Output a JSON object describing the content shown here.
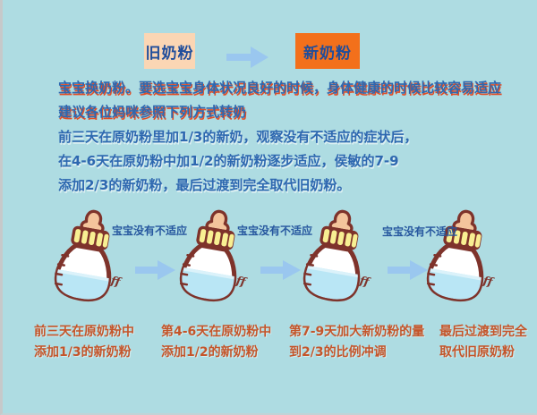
{
  "colors": {
    "background": "#aedce2",
    "outline_maroon": "#7e332b",
    "arrow_blue": "#9ac7ef",
    "body_text_blue": "#2e68b0",
    "arrow_label_blue": "#27589f",
    "caption_orange": "#c4552a",
    "intro_shadow_red": "#e04f28",
    "old_box_bg": "#fbd6b4",
    "new_box_bg": "#f3701b",
    "box_text_blue": "#1f4d9b",
    "bottle_nipple": "#f4c49c",
    "bottle_cap_yellow": "#f8ef92",
    "bottle_liquid_blue": "#b9e6f5"
  },
  "header": {
    "old_formula_label": "旧奶粉",
    "new_formula_label": "新奶粉"
  },
  "intro": {
    "line1": "宝宝换奶粉。要选宝宝身体状况良好的时候，身体健康的时候比较容易适应",
    "line2": "建议各位妈咪参照下列方式转奶"
  },
  "steps": {
    "line1": "前三天在原奶粉里加1/3的新奶，观察没有不适应的症状后，",
    "line2": "在4-6天在原奶粉中加1/2的新奶粉逐步适应，侯敏的7-9",
    "line3": "添加2/3的新奶粉，最后过渡到完全取代旧奶粉。"
  },
  "flow": {
    "arrow_label": "宝宝没有不适应",
    "bottle_mark": "ff",
    "bottles": [
      {
        "fill_percent": 48,
        "caption_line1": "前三天在原奶粉中",
        "caption_line2": "添加1/3的新奶粉"
      },
      {
        "fill_percent": 52,
        "caption_line1": "第4-6天在原奶粉中",
        "caption_line2": "添加1/2的新奶粉"
      },
      {
        "fill_percent": 56,
        "caption_line1": "第7-9天加大新奶粉的量",
        "caption_line2": "到2/3的比例冲调"
      },
      {
        "fill_percent": 50,
        "caption_line1": "最后过渡到完全",
        "caption_line2": "取代旧原奶粉"
      }
    ]
  }
}
